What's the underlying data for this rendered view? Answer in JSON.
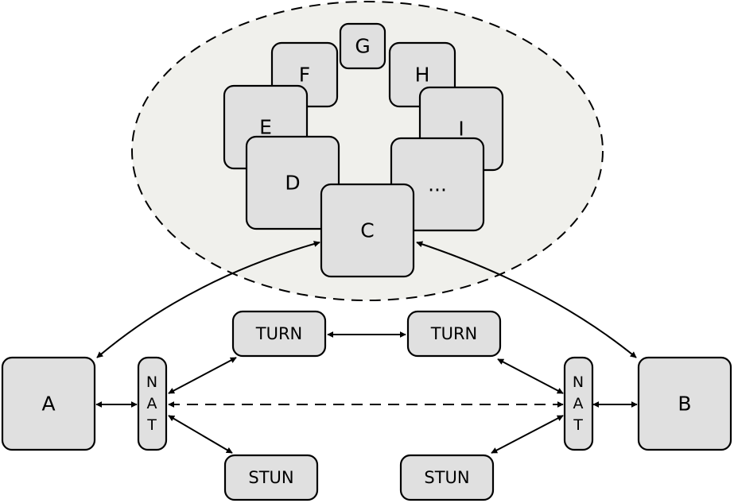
{
  "nodes": {
    "a": "A",
    "b": "B",
    "c": "C",
    "d": "D",
    "e": "E",
    "f": "F",
    "g": "G",
    "h": "H",
    "i": "I",
    "more": "...",
    "turn_left": "TURN",
    "turn_right": "TURN",
    "stun_left": "STUN",
    "stun_right": "STUN",
    "nat_left": [
      "N",
      "A",
      "T"
    ],
    "nat_right": [
      "N",
      "A",
      "T"
    ]
  },
  "colors": {
    "node_fill": "#e0e0e0",
    "cluster_fill": "#f0f0ec",
    "stroke": "#000000"
  }
}
